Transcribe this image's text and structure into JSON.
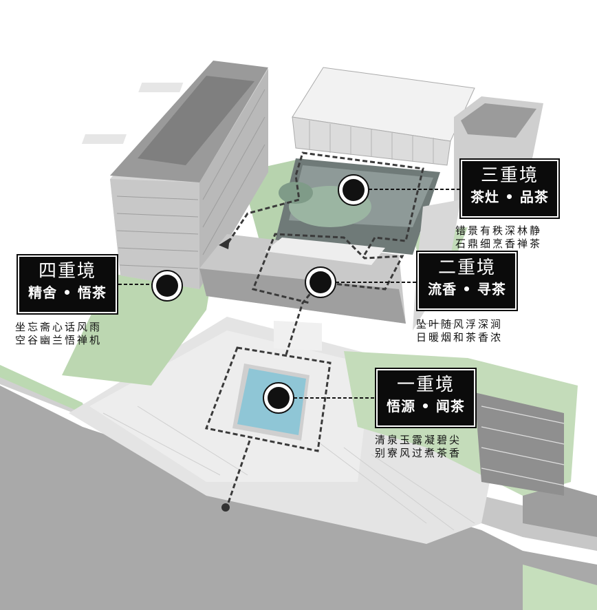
{
  "realms": [
    {
      "title": "一重境",
      "subtitle": "悟源 • 闻茶",
      "lines": [
        "清泉玉露凝碧尖",
        "别寮风过煮茶香"
      ]
    },
    {
      "title": "二重境",
      "subtitle": "流香 • 寻茶",
      "lines": [
        "坠叶随风浮深涧",
        "日暖烟和茶香浓"
      ]
    },
    {
      "title": "三重境",
      "subtitle": "茶灶 • 品茶",
      "lines": [
        "错景有秩深林静",
        "石鼎细烹香禅茶"
      ]
    },
    {
      "title": "四重境",
      "subtitle": "精舍 • 悟茶",
      "lines": [
        "坐忘斋心话风雨",
        "空谷幽兰悟禅机"
      ]
    }
  ],
  "colors": {
    "label_bg": "#0b0b0b",
    "lawn": "#b9d5b0",
    "road": "#a8a8a8",
    "building": "#d9d9d9",
    "pool": "#8fc6d6",
    "path": "#3a3a3a"
  }
}
